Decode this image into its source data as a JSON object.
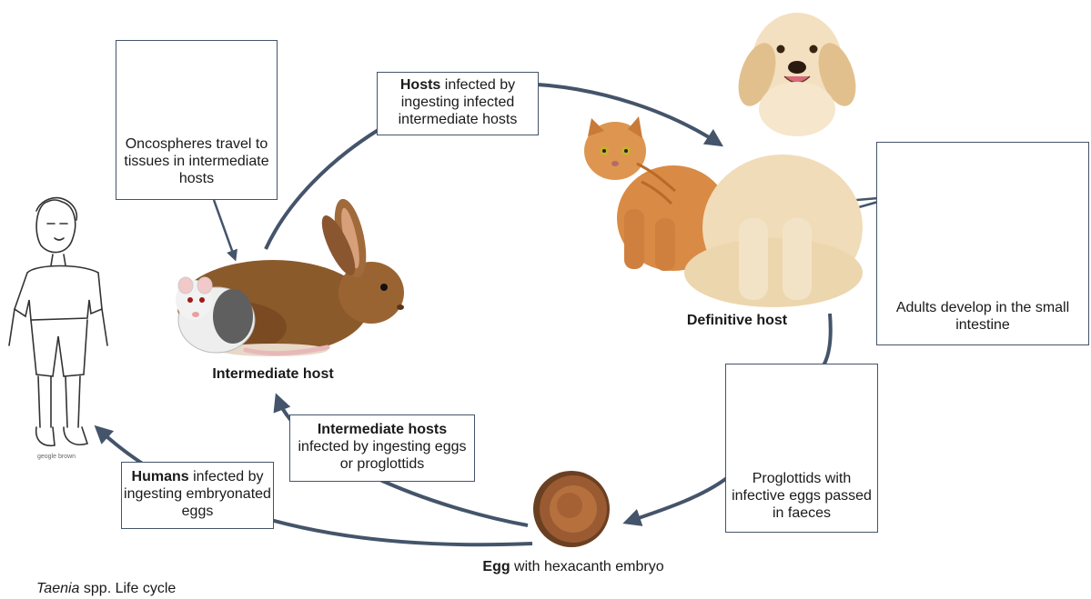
{
  "title": {
    "italic": "Taenia",
    "rest": " spp. Life cycle"
  },
  "nodes": {
    "definitive_host": "Definitive host",
    "intermediate_host": "Intermediate host",
    "egg": {
      "bold": "Egg",
      "rest": " with hexacanth embryo"
    }
  },
  "boxes": {
    "oncospheres": "Oncospheres travel to tissues in intermediate hosts",
    "hosts_infected": {
      "bold": "Hosts",
      "rest": " infected by ingesting infected intermediate hosts"
    },
    "adults": "Adults develop in the small intestine",
    "proglottids": "Proglottids with infective eggs passed in faeces",
    "intermediate_infected": {
      "bold": "Intermediate hosts",
      "rest": "infected by ingesting eggs or proglottids"
    },
    "humans_infected": {
      "bold": "Humans",
      "rest": " infected by ingesting embryonated eggs"
    }
  },
  "human_sketch_caption": "geogle brown",
  "colors": {
    "arrow": "#44546a",
    "box_border": "#44546a",
    "rabbit": "#8b5a2b",
    "dog": "#f0dcb8",
    "cat": "#d98a45",
    "egg": "#9a5a32"
  }
}
